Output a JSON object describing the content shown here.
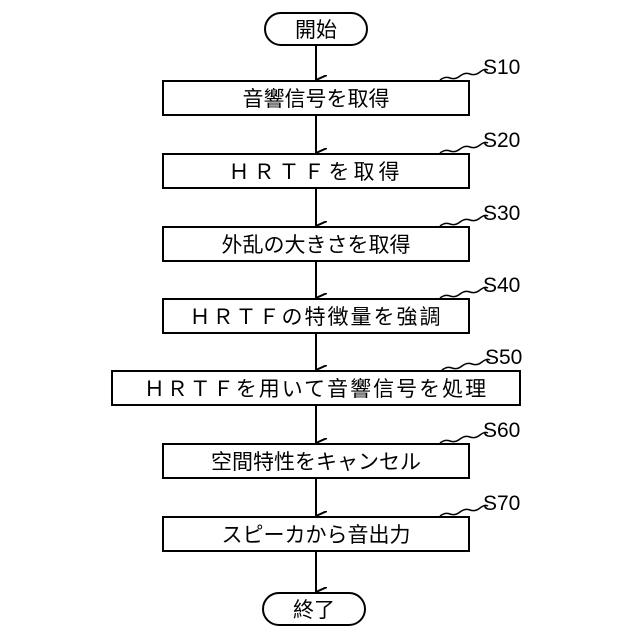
{
  "flowchart": {
    "start": "開始",
    "end": "終了",
    "steps": [
      {
        "id": "S10",
        "text": "音響信号を取得"
      },
      {
        "id": "S20",
        "text": "ＨＲＴＦを取得"
      },
      {
        "id": "S30",
        "text": "外乱の大きさを取得"
      },
      {
        "id": "S40",
        "text": "ＨＲＴＦの特徴量を強調"
      },
      {
        "id": "S50",
        "text": "ＨＲＴＦを用いて音響信号を処理"
      },
      {
        "id": "S60",
        "text": "空間特性をキャンセル"
      },
      {
        "id": "S70",
        "text": "スピーカから音出力"
      }
    ]
  }
}
